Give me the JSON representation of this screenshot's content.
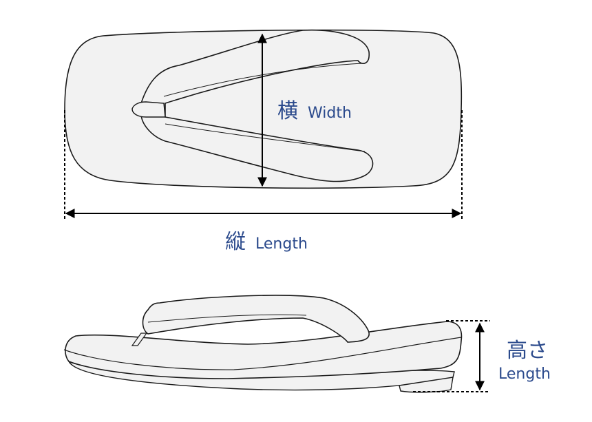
{
  "labels": {
    "width": {
      "kanji": "横",
      "english": "Width"
    },
    "length": {
      "kanji": "縦",
      "english": "Length"
    },
    "height": {
      "kanji": "高さ",
      "english": "Length"
    }
  },
  "colors": {
    "label": "#2b4a8c",
    "fill": "#f2f2f2",
    "stroke": "#1a1a1a"
  }
}
